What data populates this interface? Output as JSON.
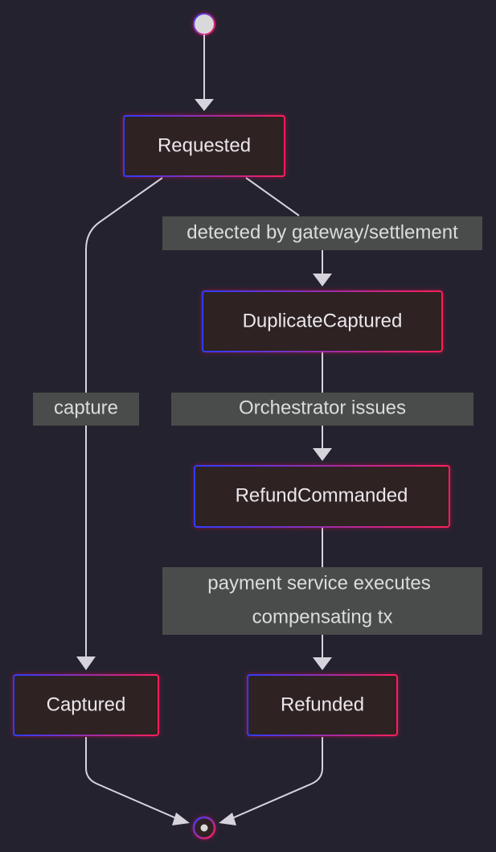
{
  "diagram": {
    "type": "state-diagram",
    "states": {
      "requested": "Requested",
      "duplicate_captured": "DuplicateCaptured",
      "refund_commanded": "RefundCommanded",
      "captured": "Captured",
      "refunded": "Refunded"
    },
    "transitions": {
      "requested_to_duplicate": "detected by gateway/settlement",
      "requested_to_captured": "capture",
      "duplicate_to_refund_commanded": "Orchestrator issues",
      "refund_commanded_to_refunded_line1": "payment service executes",
      "refund_commanded_to_refunded_line2": "compensating tx"
    },
    "colors": {
      "background": "#24222f",
      "node_fill": "#2f2324",
      "node_border_start": "#2f3cff",
      "node_border_end": "#ff1f59",
      "label_fill": "#4a4c4b",
      "edge": "#d6d3dc",
      "start_fill": "#d9d9d9"
    }
  }
}
